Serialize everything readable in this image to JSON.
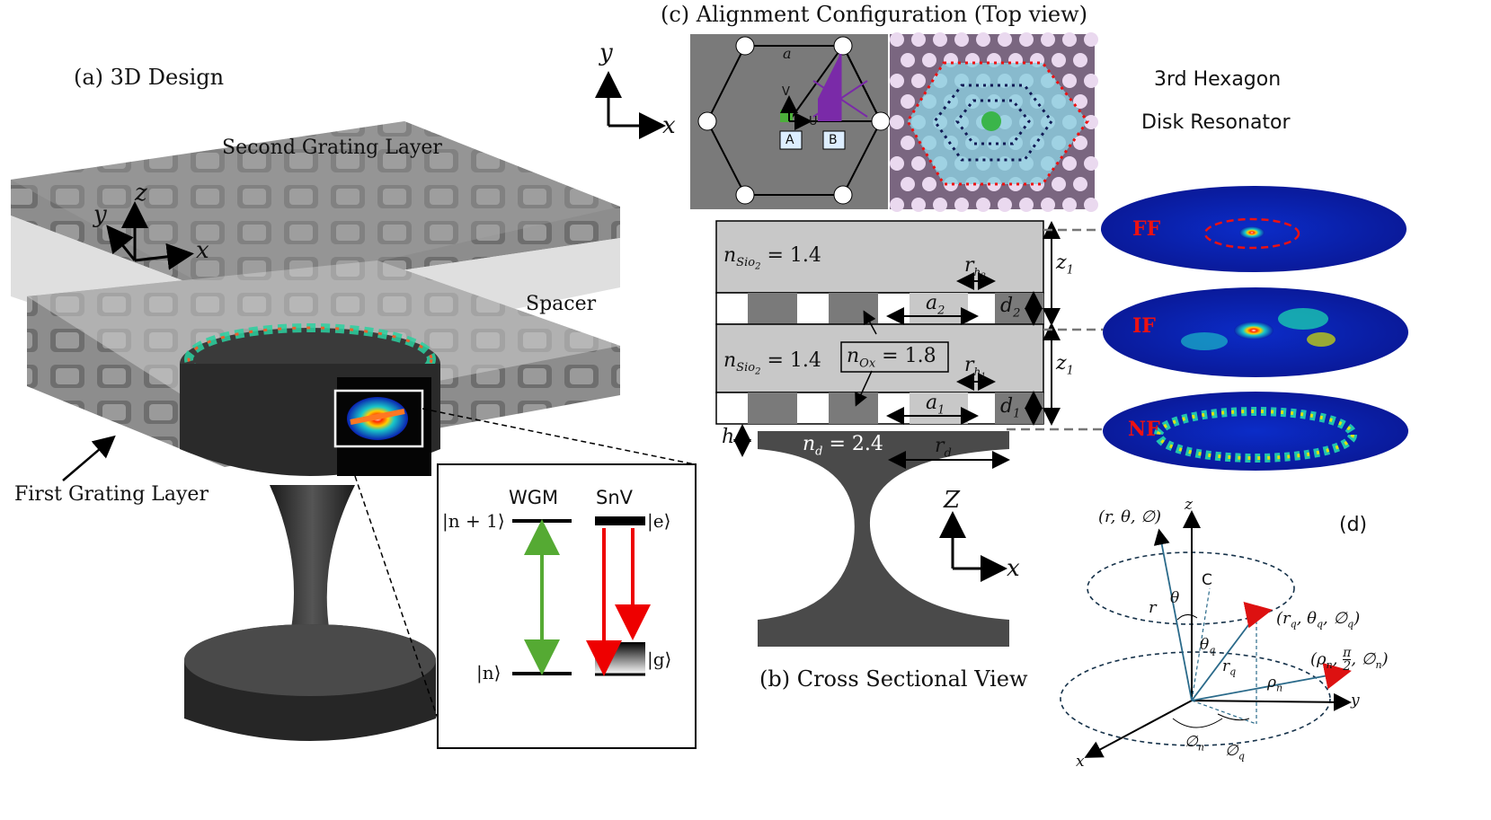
{
  "panels": {
    "a": {
      "title": "(a)  3D Design",
      "second_grating": "Second Grating Layer",
      "spacer": "Spacer",
      "first_grating": "First Grating Layer",
      "axis_x": "x",
      "axis_y": "y",
      "axis_z": "z"
    },
    "inset": {
      "wgm": "WGM",
      "snv": "SnV",
      "state_n1": "|n + 1⟩",
      "state_n": "|n⟩",
      "state_e": "|e⟩",
      "state_g": "|g⟩"
    },
    "b": {
      "title": "(b)  Cross Sectional View",
      "n_sio2_top": "= 1.4",
      "n_sio2_mid": "= 1.4",
      "n_ox": "= 1.8",
      "n_d": "= 2.4",
      "z1_a": "z",
      "z1_b": "z",
      "rh2": "r",
      "rh1": "r",
      "a2": "a",
      "a1": "a",
      "d2": "d",
      "d1": "d",
      "h": "h",
      "rd": "r",
      "axis_z": "Z",
      "axis_x": "x"
    },
    "c": {
      "title": "(c)  Alignment Configuration (Top view)",
      "axis_y": "y",
      "axis_x": "x",
      "lattice_a": "a",
      "v": "V",
      "u": "U",
      "box_a": "A",
      "box_b": "B"
    },
    "hexagon": {
      "title_line1": "3rd Hexagon",
      "title_line2": "Disk Resonator",
      "ff": "FF",
      "if": "IF",
      "nf": "NF"
    },
    "d": {
      "title": "(d)",
      "point_full": "(r, θ, ∅)",
      "axis_z": "z",
      "axis_y": "y",
      "axis_x": "x",
      "c_label": "C",
      "r_label": "r",
      "theta": "θ",
      "theta_q": "θ",
      "r_q": "r",
      "rho_n": "ρ",
      "phi_n": "∅",
      "phi_q": "∅",
      "point_q": "(r",
      "point_n": "(ρ"
    }
  }
}
